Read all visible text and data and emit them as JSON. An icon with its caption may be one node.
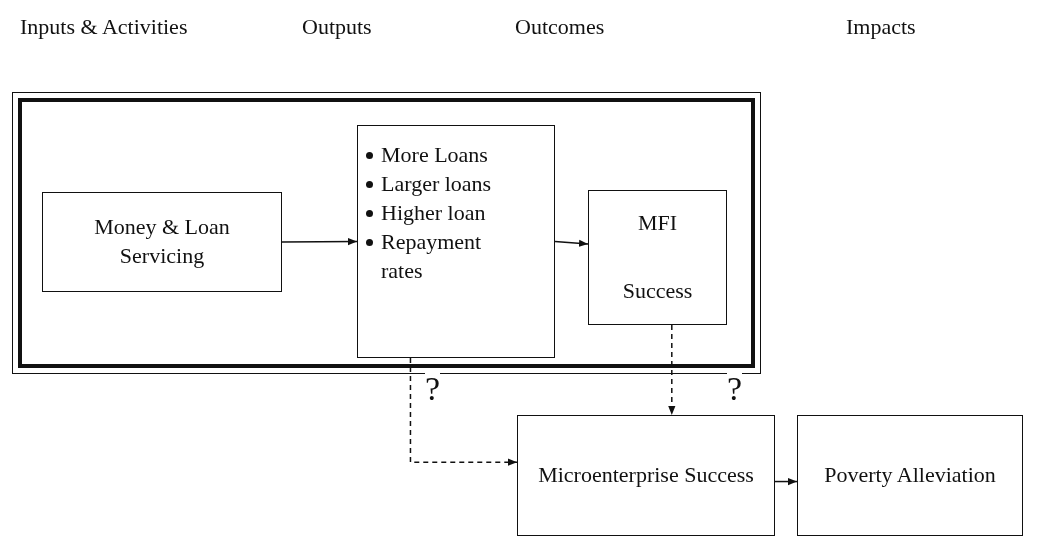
{
  "diagram": {
    "nodes": [
      {
        "text": [],
        "shape": "box"
      },
      {
        "text": [
          "Money & Loan Servicing"
        ],
        "in": 0
      },
      {
        "text": [
          "More Loans",
          "Larger loans",
          "Higher loan",
          "Repayment rates"
        ],
        "in": 0
      },
      {
        "text": [
          "MFI",
          "Success"
        ],
        "in": 0
      },
      {
        "text": [
          "Microenterprise Success"
        ]
      },
      {
        "text": [
          "Poverty Alleviation"
        ]
      }
    ],
    "edges": [
      {
        "from": 1,
        "to": 2,
        "arrow": "to"
      },
      {
        "from": 2,
        "to": 3,
        "arrow": "to"
      },
      {
        "from": 2,
        "to": 4,
        "arrow": "to",
        "style": "dashed",
        "label": "?"
      },
      {
        "from": 3,
        "to": 4,
        "arrow": "to",
        "style": "dashed",
        "label": "?"
      },
      {
        "from": 4,
        "to": 5,
        "arrow": "to"
      }
    ],
    "labels": [
      "Inputs & Activities",
      "Outputs",
      "Outcomes",
      "Impacts"
    ]
  }
}
